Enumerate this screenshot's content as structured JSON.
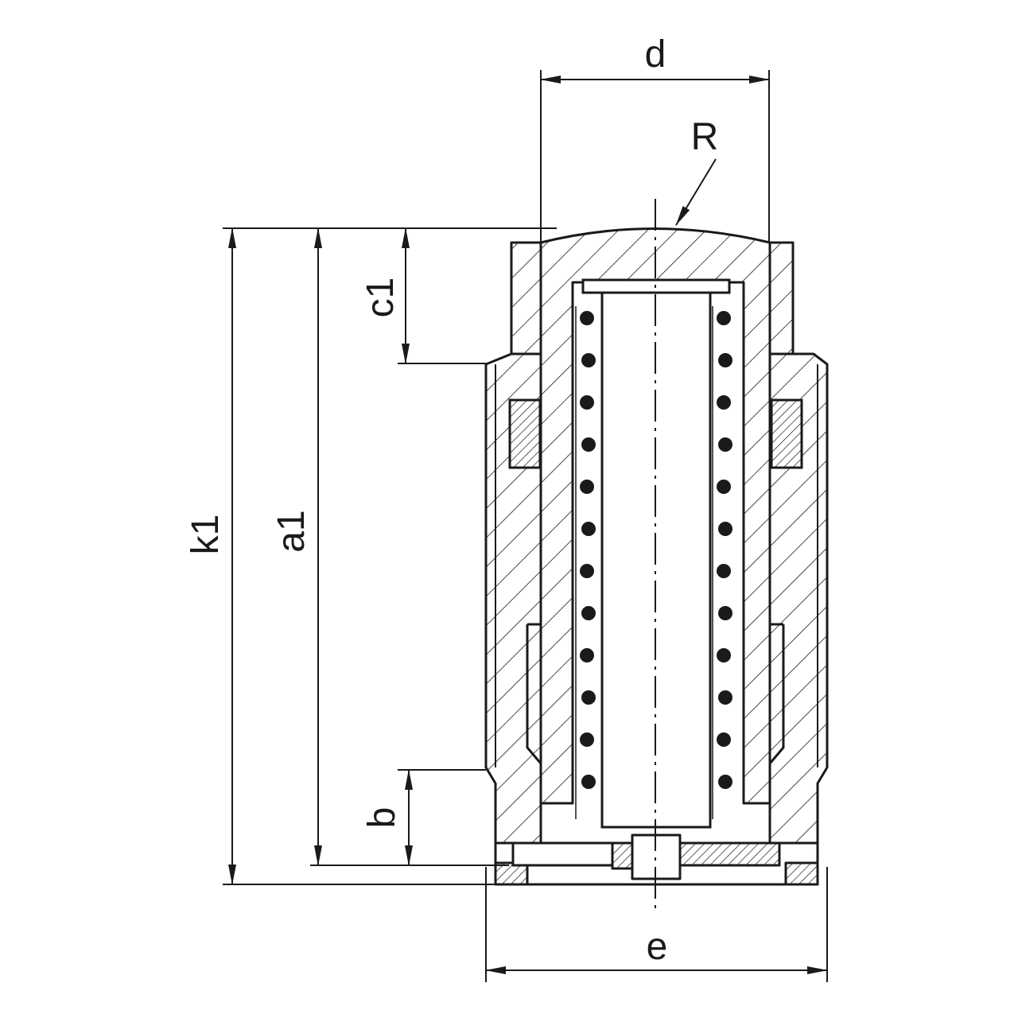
{
  "labels": {
    "d": "d",
    "R": "R",
    "c1": "c1",
    "a1": "a1",
    "k1": "k1",
    "b": "b",
    "e": "e"
  },
  "colors": {
    "line": "#1a1a1a",
    "fill": "#ffffff"
  }
}
